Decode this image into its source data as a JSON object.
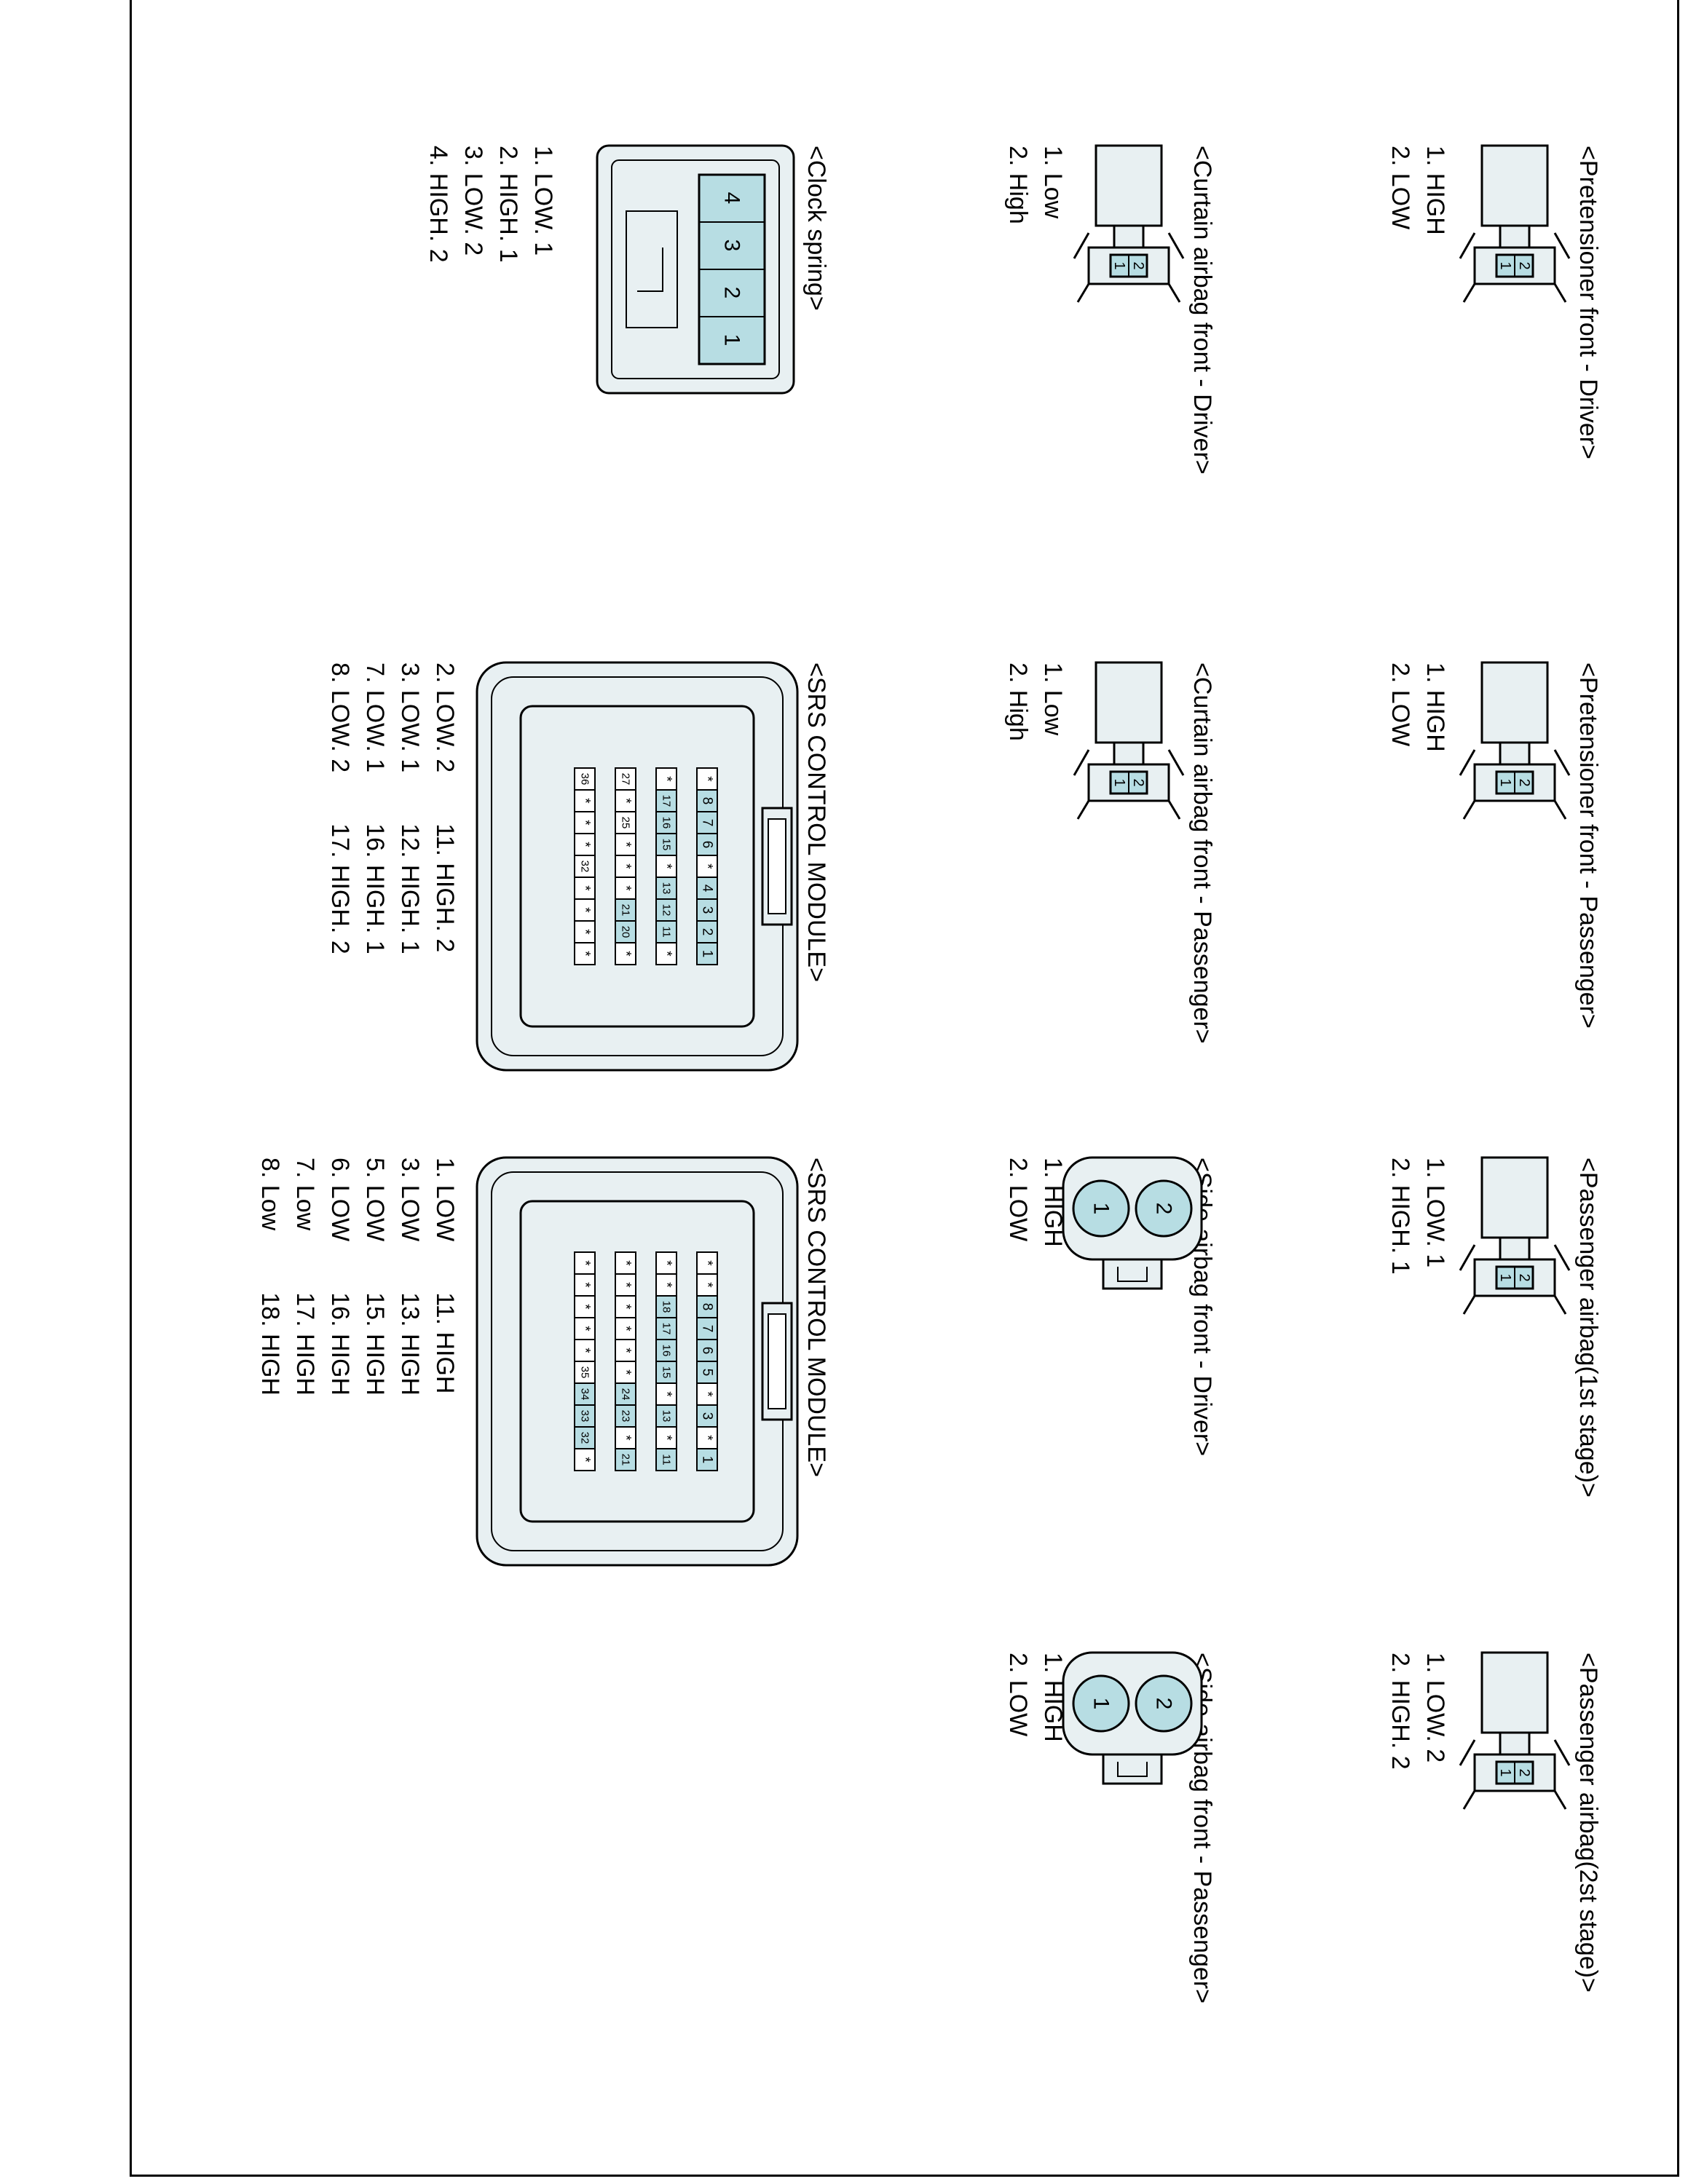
{
  "colors": {
    "pin_fill": "#b7dde3",
    "body_fill": "#e8f0f2",
    "stroke": "#000000"
  },
  "connectors": [
    {
      "id": "pretensioner-driver",
      "title": "<Pretensioner front - Driver>",
      "pins": [
        "1. HIGH",
        "2. LOW"
      ],
      "cavities": [
        "2",
        "1"
      ]
    },
    {
      "id": "pretensioner-passenger",
      "title": "<Pretensioner front - Passenger>",
      "pins": [
        "1. HIGH",
        "2. LOW"
      ],
      "cavities": [
        "2",
        "1"
      ]
    },
    {
      "id": "passenger-airbag-1st",
      "title": "<Passenger airbag(1st stage)>",
      "pins": [
        "1. LOW. 1",
        "2. HIGH. 1"
      ],
      "cavities": [
        "2",
        "1"
      ]
    },
    {
      "id": "passenger-airbag-2st",
      "title": "<Passenger airbag(2st stage)>",
      "pins": [
        "1. LOW. 2",
        "2. HIGH. 2"
      ],
      "cavities": [
        "2",
        "1"
      ]
    },
    {
      "id": "curtain-driver",
      "title": "<Curtain airbag front - Driver>",
      "pins": [
        "1. Low",
        "2. High"
      ],
      "cavities": [
        "2",
        "1"
      ]
    },
    {
      "id": "curtain-passenger",
      "title": "<Curtain airbag front - Passenger>",
      "pins": [
        "1. Low",
        "2. High"
      ],
      "cavities": [
        "2",
        "1"
      ]
    },
    {
      "id": "side-driver",
      "title": "<Side airbag front - Driver>",
      "pins": [
        "1. HIGH",
        "2. LOW"
      ],
      "cavities": [
        "2",
        "1"
      ]
    },
    {
      "id": "side-passenger",
      "title": "<Side airbag front - Passenger>",
      "pins": [
        "1. HIGH",
        "2. LOW"
      ],
      "cavities": [
        "2",
        "1"
      ]
    },
    {
      "id": "clock-spring",
      "title": "<Clock spring>",
      "pins": [
        "1. LOW. 1",
        "2. HIGH. 1",
        "3. LOW. 2",
        "4. HIGH. 2"
      ],
      "cavities": [
        "4",
        "3",
        "2",
        "1"
      ]
    }
  ],
  "srs_a": {
    "title": "<SRS CONTROL MODULE>",
    "pins_left": [
      "2. LOW. 2",
      "3. LOW. 1",
      "7. LOW. 1",
      "8. LOW. 2"
    ],
    "pins_right": [
      "11. HIGH. 2",
      "12. HIGH. 1",
      "16. HIGH. 1",
      "17. HIGH. 2"
    ],
    "rows": [
      [
        "*",
        "8",
        "7",
        "6",
        "*",
        "4",
        "3",
        "2",
        "1"
      ],
      [
        "*",
        "17",
        "16",
        "15",
        "*",
        "13",
        "12",
        "11",
        "*"
      ],
      [
        "27",
        "*",
        "25",
        "*",
        "*",
        "*",
        "21",
        "20",
        "*"
      ],
      [
        "36",
        "*",
        "*",
        "*",
        "32",
        "*",
        "*",
        "*",
        "*"
      ]
    ]
  },
  "srs_b": {
    "title": "<SRS CONTROL MODULE>",
    "pins_left": [
      "1. LOW",
      "3. LOW",
      "5. LOW",
      "6. LOW",
      "7. Low",
      "8. Low"
    ],
    "pins_right": [
      "11. HIGH",
      "13. HIGH",
      "15. HIGH",
      "16. HIGH",
      "17. HIGH",
      "18. HIGH"
    ],
    "rows": [
      [
        "*",
        "*",
        "8",
        "7",
        "6",
        "5",
        "*",
        "3",
        "*",
        "1"
      ],
      [
        "*",
        "*",
        "18",
        "17",
        "16",
        "15",
        "*",
        "13",
        "*",
        "11"
      ],
      [
        "*",
        "*",
        "*",
        "*",
        "*",
        "*",
        "24",
        "23",
        "*",
        "21"
      ],
      [
        "*",
        "*",
        "*",
        "*",
        "*",
        "35",
        "34",
        "33",
        "32",
        "*"
      ]
    ]
  }
}
